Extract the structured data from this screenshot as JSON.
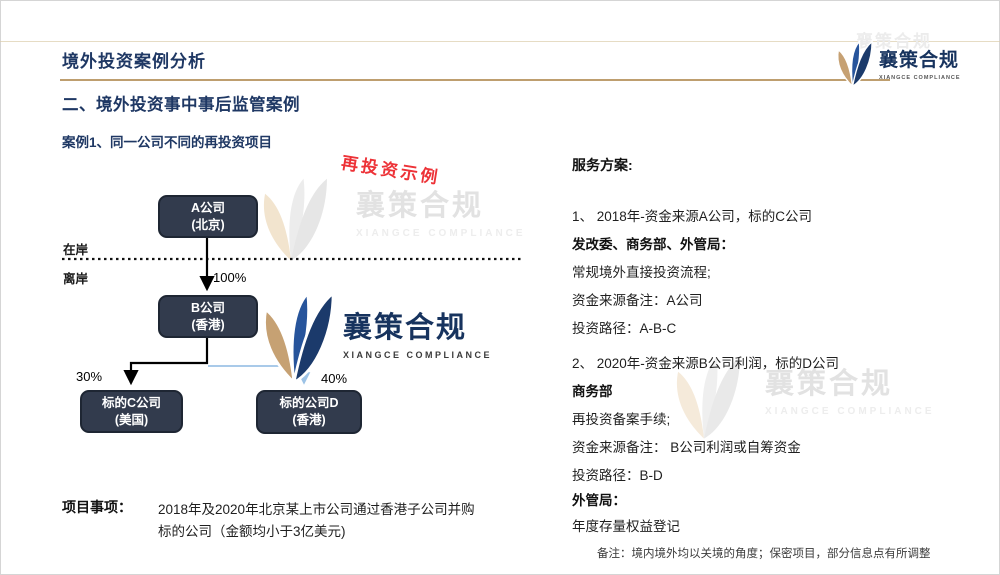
{
  "header": {
    "title": "境外投资案例分析"
  },
  "logo": {
    "cn": "襄策合规",
    "en": "XIANGCE COMPLIANCE"
  },
  "headings": {
    "section": "二、境外投资事中事后监管案例",
    "case": "案例1、同一公司不同的再投资项目"
  },
  "stamp": {
    "text": "再投资示例",
    "color": "#ED3237"
  },
  "diagram": {
    "onshore": "在岸",
    "offshore": "离岸",
    "nodes": [
      {
        "line1": "A公司",
        "line2": "(北京)"
      },
      {
        "line1": "B公司",
        "line2": "(香港)"
      },
      {
        "line1": "标的C公司",
        "line2": "(美国)"
      },
      {
        "line1": "标的公司D",
        "line2": "(香港)"
      }
    ],
    "edges": [
      {
        "from": "A公司",
        "to": "B公司",
        "label": "100%"
      },
      {
        "from": "B公司",
        "to": "标的C公司",
        "label": "30%"
      },
      {
        "from": "B公司",
        "to": "标的公司D",
        "label": "40%"
      }
    ],
    "colors": {
      "node_fill": "#323B4D",
      "node_border": "#1E2633",
      "edge_black": "#000000",
      "edge_blue": "#9DC3E6"
    }
  },
  "service": {
    "heading": "服务方案:",
    "item1_title": "1、 2018年-资金来源A公司，标的C公司",
    "item1_agency": "发改委、商务部、外管局：",
    "item1_lines": [
      "常规境外直接投资流程;",
      "资金来源备注：A公司",
      "投资路径：A-B-C"
    ],
    "item2_title": "2、 2020年-资金来源B公司利润，标的D公司",
    "item2_agency": "商务部",
    "item2_lines": [
      "再投资备案手续;",
      "资金来源备注： B公司利润或自筹资金",
      "投资路径：B-D"
    ],
    "item2_agency2": "外管局：",
    "item2_line_last": "年度存量权益登记"
  },
  "project": {
    "label": "项目事项：",
    "line1": "2018年及2020年北京某上市公司通过香港子公司并购",
    "line2": "标的公司（金额均小于3亿美元)"
  },
  "footnote": "备注：境内境外均以关境的角度；保密项目，部分信息点有所调整",
  "colors": {
    "title_navy": "#1F3864",
    "rule_tan": "#BE9E6F",
    "logo_navy": "#1B3A6B",
    "logo_blue": "#27549B",
    "logo_tan": "#C6A173"
  }
}
